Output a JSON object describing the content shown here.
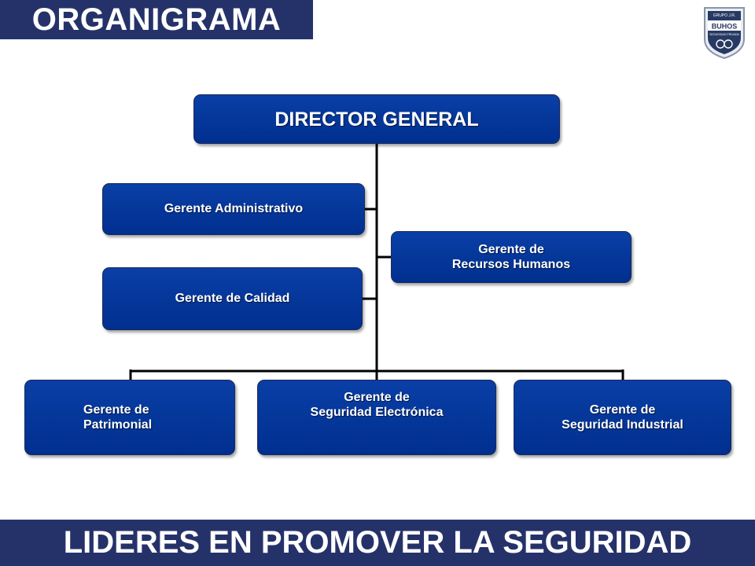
{
  "header": {
    "title": "ORGANIGRAMA"
  },
  "logo": {
    "line1": "GRUPO J.R.",
    "brand": "BUHOS",
    "line2": "SEGURIDAD PRIVADA"
  },
  "chart": {
    "director": {
      "label": "DIRECTOR GENERAL"
    },
    "admin": {
      "label": "Gerente Administrativo"
    },
    "rrhh": {
      "line1": "Gerente de",
      "line2": "Recursos Humanos"
    },
    "calidad": {
      "label": "Gerente de Calidad"
    },
    "patrimonial": {
      "line1": "Gerente de",
      "line2": "Patrimonial"
    },
    "electronica": {
      "line1": "Gerente de",
      "line2": "Seguridad Electrónica"
    },
    "industrial": {
      "line1": "Gerente de",
      "line2": "Seguridad Industrial"
    }
  },
  "footer": {
    "slogan": "LIDERES EN PROMOVER LA SEGURIDAD"
  },
  "colors": {
    "bar": "#25326a",
    "box": "#0039a0",
    "line": "#000000"
  }
}
